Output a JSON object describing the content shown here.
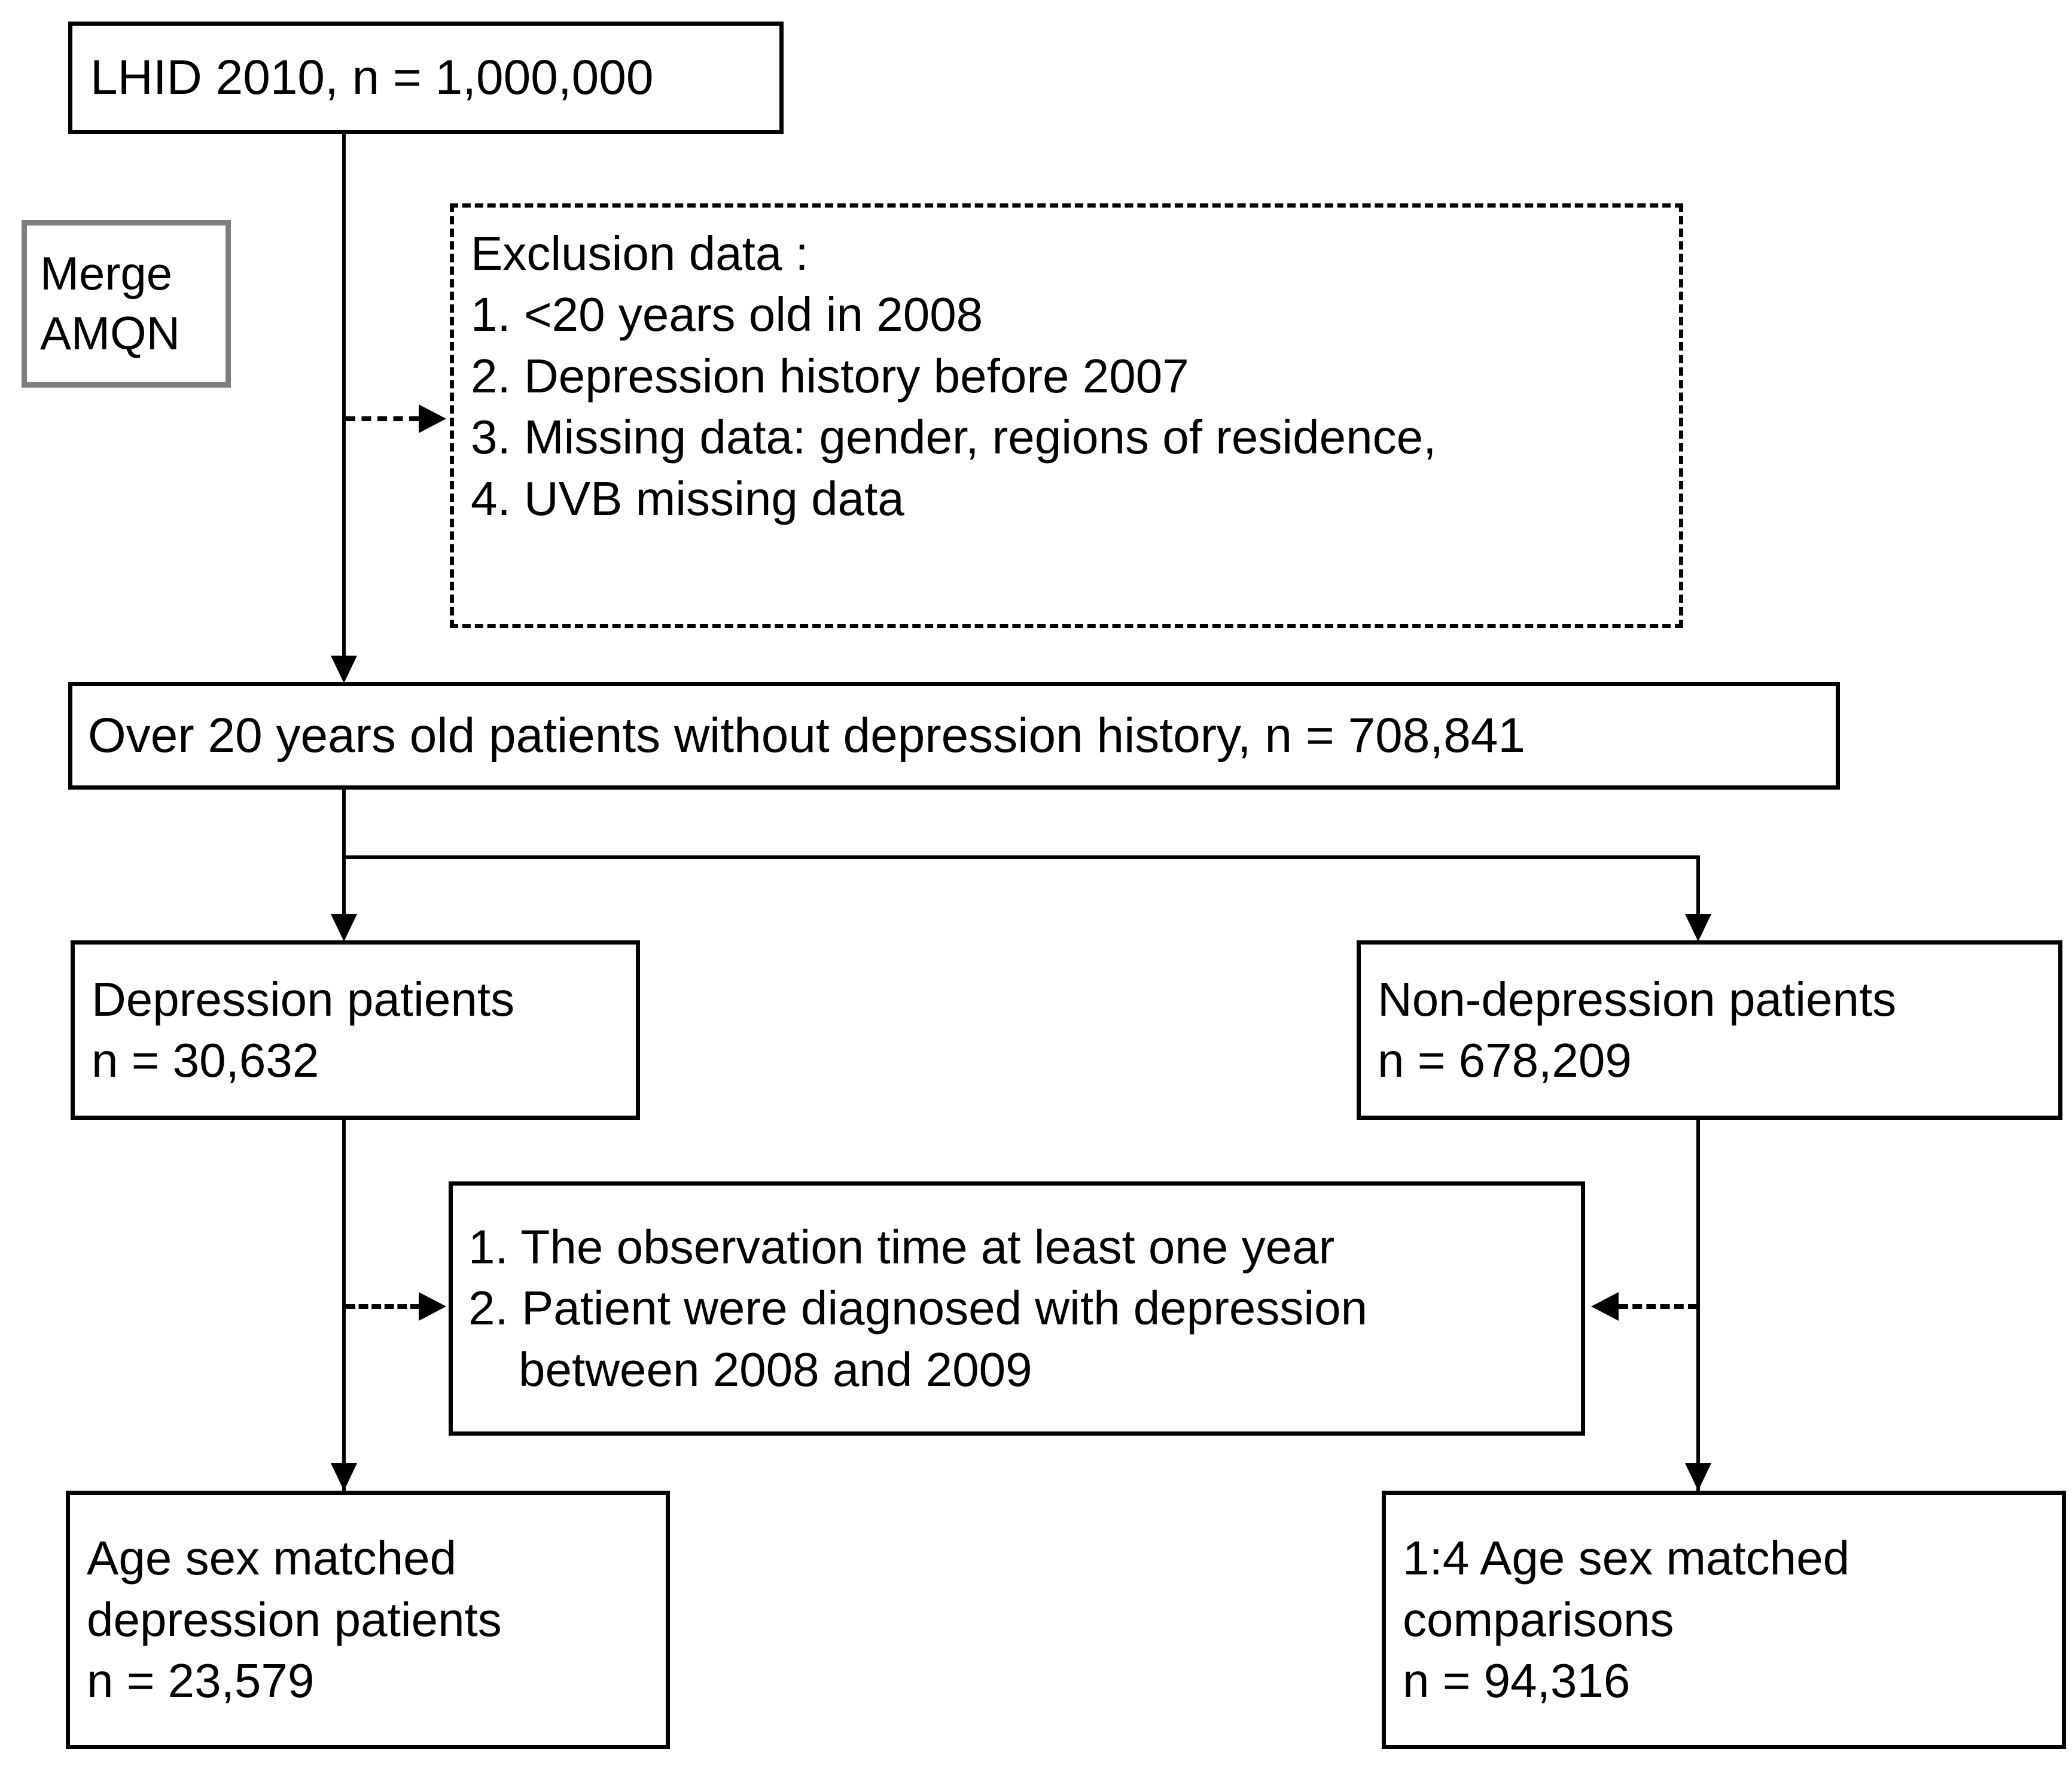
{
  "diagram": {
    "type": "flowchart",
    "title": "Patient selection flow diagram",
    "colors": {
      "stroke": "#000000",
      "merge_box_stroke": "#7d7d7d",
      "background": "#ffffff"
    },
    "nodes": {
      "source_cohort": {
        "lines": [
          "LHID 2010, n = 1,000,000"
        ]
      },
      "merge_note": {
        "lines": [
          "Merge",
          "AMQN"
        ]
      },
      "exclusion": {
        "lines": [
          "Exclusion data :",
          "1. <20 years old in 2008",
          "2. Depression history before 2007",
          "3. Missing data: gender, regions of residence,",
          "4. UVB missing data"
        ]
      },
      "eligible_cohort": {
        "lines": [
          "Over 20 years old patients without depression history, n = 708,841"
        ]
      },
      "depression_patients": {
        "lines": [
          "Depression patients",
          "n = 30,632"
        ]
      },
      "non_depression_patients": {
        "lines": [
          "Non-depression patients",
          "n = 678,209"
        ]
      },
      "inclusion_criteria": {
        "lines": [
          "1. The observation time at least one year",
          "2. Patient were diagnosed with depression",
          "between 2008 and 2009"
        ]
      },
      "matched_depression": {
        "lines": [
          "Age sex matched",
          "depression patients",
          "n = 23,579"
        ]
      },
      "matched_comparisons": {
        "lines": [
          "1:4 Age sex matched",
          "comparisons",
          "n = 94,316"
        ]
      }
    }
  }
}
